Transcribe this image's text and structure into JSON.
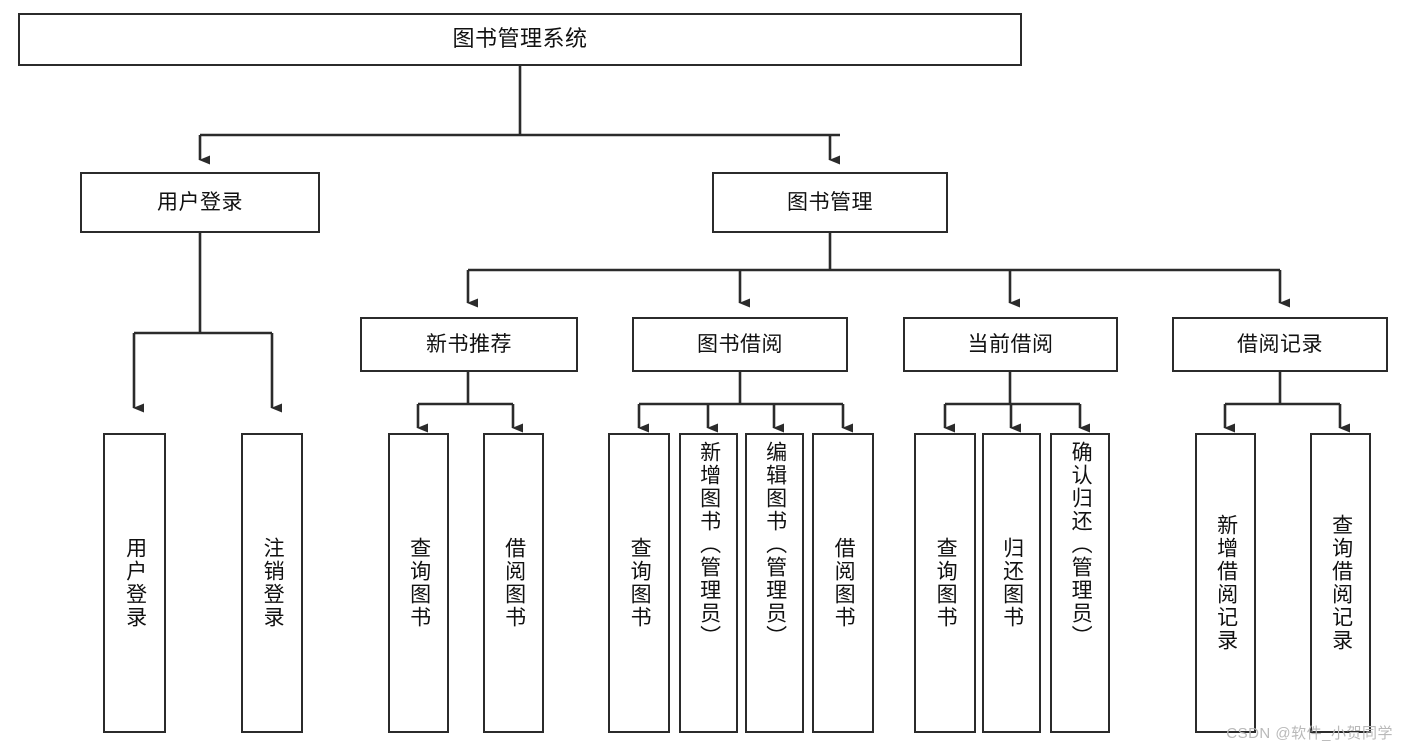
{
  "diagram": {
    "title": "图书管理系统",
    "type": "tree-hierarchy",
    "watermark": "CSDN @软件_小贺同学",
    "colors": {
      "background": "#ffffff",
      "node_border": "#2b2b2b",
      "node_fill": "#ffffff",
      "edge": "#2b2b2b",
      "text": "#111111",
      "watermark": "#b9b9b9"
    },
    "root": {
      "id": "root",
      "label": "图书管理系统"
    },
    "tier2": [
      {
        "id": "user-login",
        "label": "用户登录"
      },
      {
        "id": "book-manage",
        "label": "图书管理"
      }
    ],
    "tier3": [
      {
        "id": "new-book-rec",
        "label": "新书推荐",
        "parent": "book-manage"
      },
      {
        "id": "book-borrow",
        "label": "图书借阅",
        "parent": "book-manage"
      },
      {
        "id": "current-borrow",
        "label": "当前借阅",
        "parent": "book-manage"
      },
      {
        "id": "borrow-record",
        "label": "借阅记录",
        "parent": "book-manage"
      }
    ],
    "leaves": {
      "user_login": [
        {
          "id": "leaf-user-login",
          "label": "用户登录"
        },
        {
          "id": "leaf-user-logout",
          "label": "注销登录"
        }
      ],
      "new_book_rec": [
        {
          "id": "leaf-query-book-1",
          "label": "查询图书"
        },
        {
          "id": "leaf-borrow-book-1",
          "label": "借阅图书"
        }
      ],
      "book_borrow": [
        {
          "id": "leaf-query-book-2",
          "label": "查询图书"
        },
        {
          "id": "leaf-add-book",
          "label": "新增图书（管理员）"
        },
        {
          "id": "leaf-edit-book",
          "label": "编辑图书（管理员）"
        },
        {
          "id": "leaf-borrow-book-2",
          "label": "借阅图书"
        }
      ],
      "current_borrow": [
        {
          "id": "leaf-query-book-3",
          "label": "查询图书"
        },
        {
          "id": "leaf-return-book",
          "label": "归还图书"
        },
        {
          "id": "leaf-confirm-return",
          "label": "确认归还（管理员）"
        }
      ],
      "borrow_record": [
        {
          "id": "leaf-add-record",
          "label": "新增借阅记录"
        },
        {
          "id": "leaf-query-record",
          "label": "查询借阅记录"
        }
      ]
    }
  }
}
